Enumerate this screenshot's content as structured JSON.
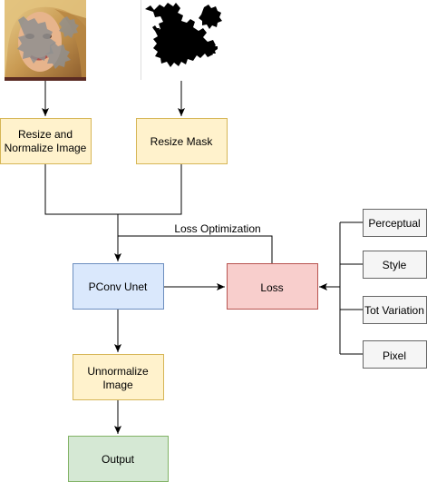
{
  "diagram": {
    "nodes": {
      "resize_normalize": {
        "line1": "Resize and",
        "line2": "Normalize Image",
        "fill": "#fff2cc",
        "stroke": "#d6b656"
      },
      "resize_mask": {
        "label": "Resize Mask",
        "fill": "#fff2cc",
        "stroke": "#d6b656"
      },
      "pconv_unet": {
        "label": "PConv Unet",
        "fill": "#dae8fc",
        "stroke": "#6c8ebf"
      },
      "loss": {
        "label": "Loss",
        "fill": "#f8cecc",
        "stroke": "#b85450"
      },
      "unnormalize": {
        "line1": "Unnormalize",
        "line2": "Image",
        "fill": "#fff2cc",
        "stroke": "#d6b656"
      },
      "output": {
        "label": "Output",
        "fill": "#d5e8d4",
        "stroke": "#82b366"
      },
      "perceptual": {
        "label": "Perceptual",
        "fill": "#f5f5f5",
        "stroke": "#666666"
      },
      "style": {
        "label": "Style",
        "fill": "#f5f5f5",
        "stroke": "#666666"
      },
      "tot_variation": {
        "label": "Tot Variation",
        "fill": "#f5f5f5",
        "stroke": "#666666"
      },
      "pixel": {
        "label": "Pixel",
        "fill": "#f5f5f5",
        "stroke": "#666666"
      }
    },
    "edge_labels": {
      "loss_optimization": "Loss Optimization"
    },
    "images": {
      "face": "face-photo-with-mask",
      "mask": "random-mask"
    }
  }
}
